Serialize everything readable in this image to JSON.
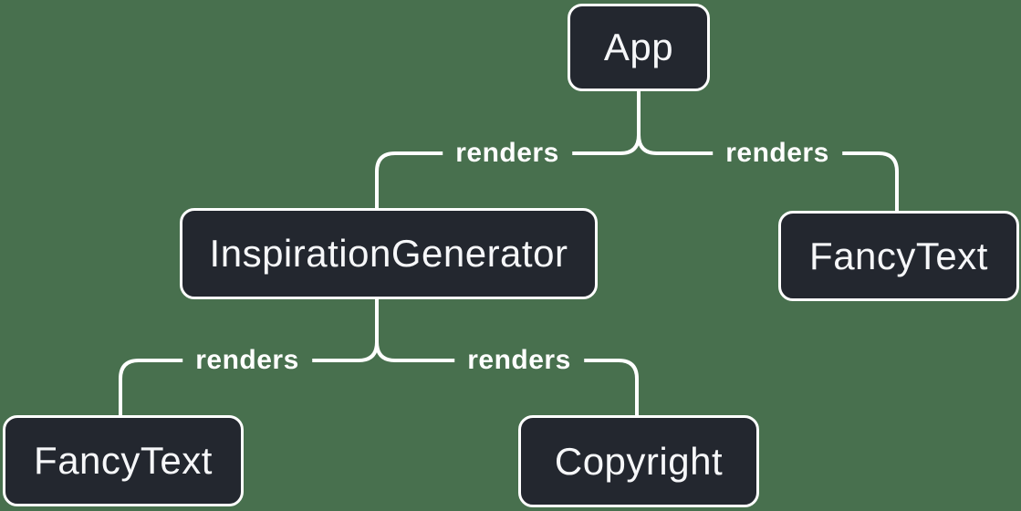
{
  "diagram": {
    "type": "component-render-tree",
    "colors": {
      "background": "#48704E",
      "node_fill": "#23272F",
      "node_border": "#FFFFFF",
      "node_text": "#F6F7F9",
      "line": "#FFFFFF",
      "edge_label_text": "#FFFFFF"
    },
    "nodes": {
      "app": {
        "label": "App"
      },
      "inspiration_generator": {
        "label": "InspirationGenerator"
      },
      "fancy_text_right": {
        "label": "FancyText"
      },
      "fancy_text_left": {
        "label": "FancyText"
      },
      "copyright": {
        "label": "Copyright"
      }
    },
    "edges": {
      "app_to_inspiration_generator": {
        "label": "renders"
      },
      "app_to_fancy_text": {
        "label": "renders"
      },
      "inspiration_generator_to_fancy_text": {
        "label": "renders"
      },
      "inspiration_generator_to_copyright": {
        "label": "renders"
      }
    }
  }
}
